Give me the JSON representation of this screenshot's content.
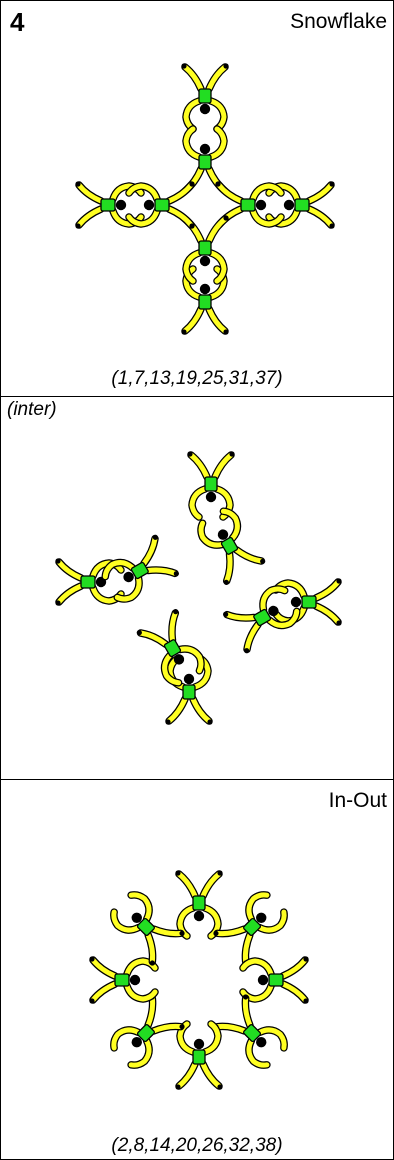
{
  "panels": [
    {
      "number": "4",
      "name": "Snowflake",
      "sequence": "(1,7,13,19,25,31,37)"
    },
    {
      "label": "(inter)"
    },
    {
      "name": "In-Out",
      "sequence": "(2,8,14,20,26,32,38)"
    }
  ],
  "colors": {
    "body": "#22dd22",
    "limbs": "#ffff22",
    "outline": "#000000",
    "head": "#000000"
  }
}
